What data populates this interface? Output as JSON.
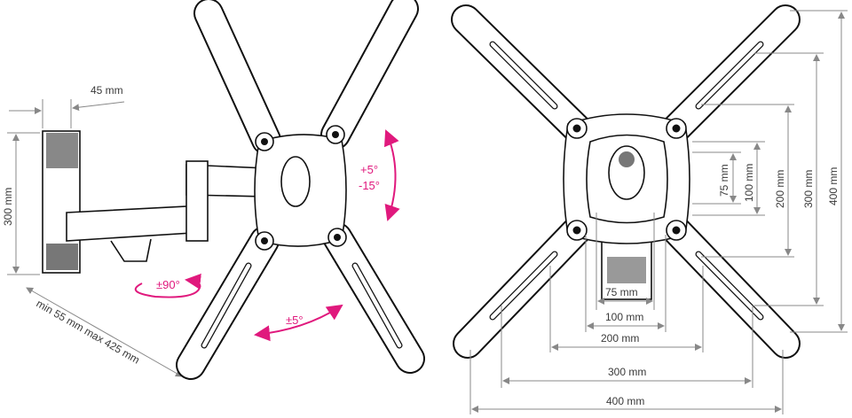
{
  "side_view": {
    "depth_label": "45 mm",
    "height_label": "300 mm",
    "extension_label": "min 55 mm max 425 mm",
    "swivel_label": "±90°",
    "rotation_label": "±5°",
    "tilt_up_label": "+5°",
    "tilt_down_label": "-15°"
  },
  "front_view": {
    "vertical_labels": [
      "75 mm",
      "100 mm",
      "200 mm",
      "300 mm",
      "400 mm"
    ],
    "horizontal_labels": [
      "75 mm",
      "100 mm",
      "200 mm",
      "300 mm",
      "400 mm"
    ]
  },
  "colors": {
    "accent": "#e0197d",
    "line": "#111111",
    "dimension": "#888888"
  }
}
